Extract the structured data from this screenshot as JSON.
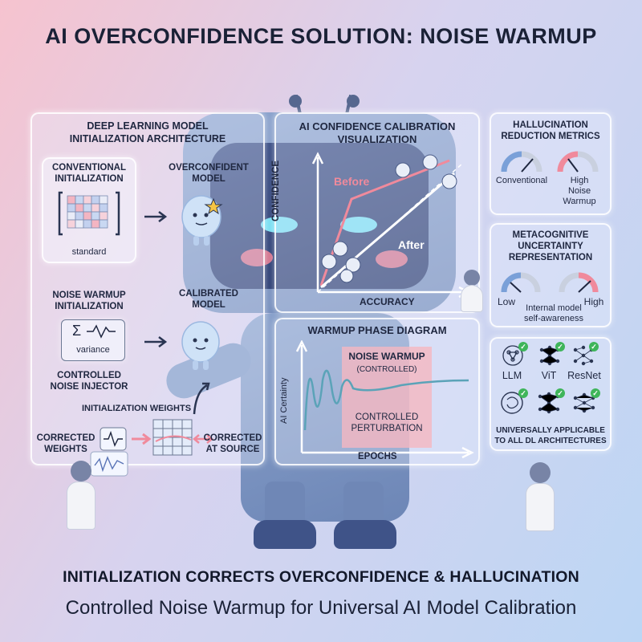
{
  "title": "AI OVERCONFIDENCE SOLUTION: NOISE WARMUP",
  "left_panel": {
    "title_line1": "DEEP LEARNING MODEL",
    "title_line2": "INITIALIZATION ARCHITECTURE",
    "conventional_line1": "CONVENTIONAL",
    "conventional_line2": "INITIALIZATION",
    "standard_label": "standard",
    "overconfident_line1": "OVERCONFIDENT",
    "overconfident_line2": "MODEL",
    "noise_line1": "NOISE WARMUP",
    "noise_line2": "INITIALIZATION",
    "sigma_symbol": "Σ",
    "variance_label": "variance",
    "injector_line1": "CONTROLLED",
    "injector_line2": "NOISE INJECTOR",
    "calibrated_line1": "CALIBRATED",
    "calibrated_line2": "MODEL",
    "init_weights_label": "INITIALIZATION WEIGHTS",
    "corrected_weights_line1": "CORRECTED",
    "corrected_weights_line2": "WEIGHTS",
    "at_source_line1": "CORRECTED",
    "at_source_line2": "AT SOURCE"
  },
  "calibration_panel": {
    "title_line1": "AI CONFIDENCE CALIBRATION",
    "title_line2": "VISUALIZATION",
    "y_label": "CONFIDENCE",
    "x_label": "ACCURACY",
    "before_label": "Before",
    "after_label": "After"
  },
  "warmup_panel": {
    "title": "WARMUP PHASE DIAGRAM",
    "y_label": "AI Certainty",
    "x_label": "EPOCHS",
    "noise_line1": "NOISE WARMUP",
    "noise_line2": "(CONTROLLED)",
    "perturb_line1": "CONTROLLED",
    "perturb_line2": "PERTURBATION"
  },
  "hallucination_panel": {
    "title_line1": "HALLUCINATION",
    "title_line2": "REDUCTION METRICS",
    "left_label": "Conventional",
    "right_line1": "High",
    "right_line2": "Noise",
    "right_line3": "Warmup"
  },
  "metacognitive_panel": {
    "title_line1": "METACOGNITIVE",
    "title_line2": "UNCERTAINTY",
    "title_line3": "REPRESENTATION",
    "low_label": "Low",
    "high_label": "High",
    "caption_line1": "Internal model",
    "caption_line2": "self-awareness"
  },
  "architectures_panel": {
    "items": [
      "LLM",
      "ViT",
      "ResNet"
    ],
    "caption_line1": "UNIVERSALLY APPLICABLE",
    "caption_line2": "TO ALL DL ARCHITECTURES"
  },
  "footer": {
    "line1": "INITIALIZATION CORRECTS OVERCONFIDENCE & HALLUCINATION",
    "line2": "Controlled Noise Warmup for Universal AI Model Calibration"
  },
  "colors": {
    "before_line": "#f08a9c",
    "after_line": "#ffffff",
    "noise_band": "#f5b6c0",
    "check": "#3fb55a"
  }
}
